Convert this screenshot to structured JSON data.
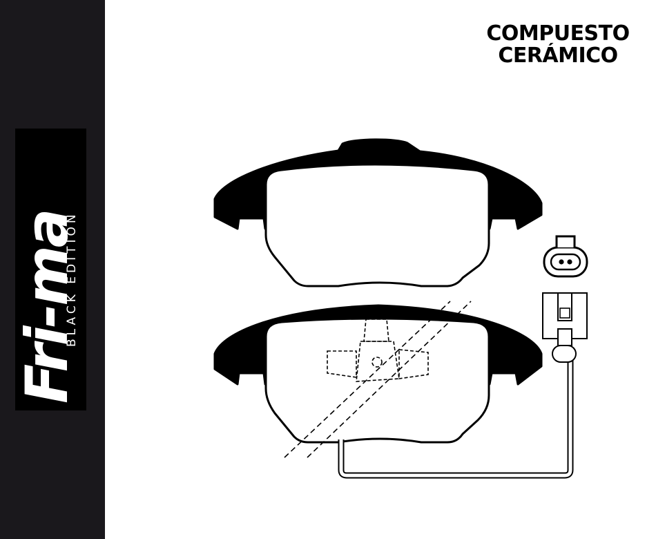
{
  "brand": {
    "name": "Fri-ma",
    "edition": "BLACK EDITION",
    "sidebar_color": "#1a181c",
    "logo_bg_color": "#000000"
  },
  "compound": {
    "line1": "COMPUESTO",
    "line2": "CERÁMICO"
  },
  "colors": {
    "ink": "#000000",
    "background": "#ffffff"
  }
}
